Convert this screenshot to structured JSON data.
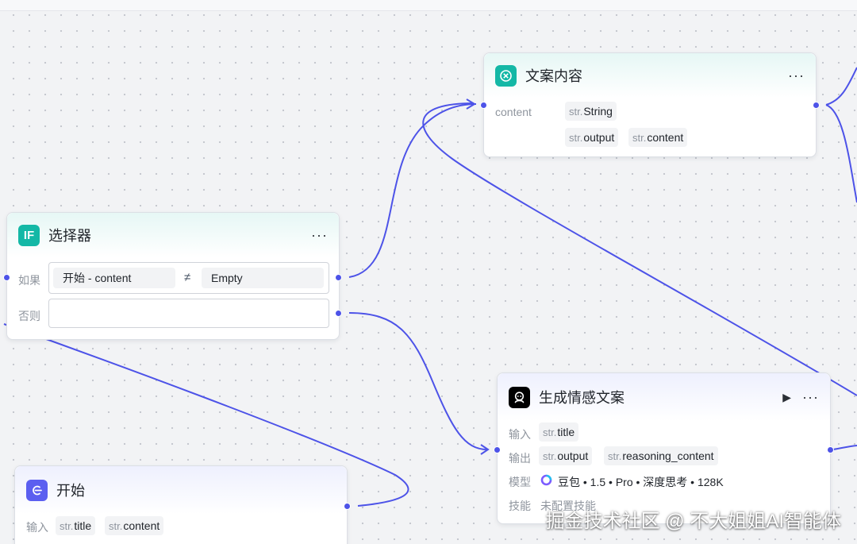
{
  "colors": {
    "edge": "#4d53e8",
    "port": "#4d53e8",
    "teal_icon": "#14b8a6",
    "violet_icon": "#5b5ff0",
    "llm_icon": "#000000"
  },
  "nodes": {
    "copy_content": {
      "icon": "variable-merge-icon",
      "title": "文案内容",
      "more": "···",
      "row_label": "content",
      "type_tag": {
        "prefix": "str.",
        "name": "String"
      },
      "sources": [
        {
          "prefix": "str.",
          "name": "output"
        },
        {
          "prefix": "str.",
          "name": "content"
        }
      ]
    },
    "selector": {
      "icon": "IF",
      "title": "选择器",
      "more": "···",
      "if_label": "如果",
      "else_label": "否则",
      "condition": {
        "left": "开始  -  content",
        "operator": "≠",
        "right": "Empty"
      }
    },
    "start": {
      "icon": "start-icon",
      "title": "开始",
      "input_label": "输入",
      "inputs": [
        {
          "prefix": "str.",
          "name": "title"
        },
        {
          "prefix": "str.",
          "name": "content"
        }
      ]
    },
    "generate": {
      "icon": "llm-bot-icon",
      "title": "生成情感文案",
      "run": "▶",
      "more": "···",
      "input_label": "输入",
      "inputs": [
        {
          "prefix": "str.",
          "name": "title"
        }
      ],
      "output_label": "输出",
      "outputs": [
        {
          "prefix": "str.",
          "name": "output"
        },
        {
          "prefix": "str.",
          "name": "reasoning_content"
        }
      ],
      "model_label": "模型",
      "model": "豆包 • 1.5 • Pro • 深度思考 • 128K",
      "skills_label": "技能",
      "skills": "未配置技能"
    }
  },
  "watermark": "掘金技术社区 @ 不大姐姐AI智能体"
}
